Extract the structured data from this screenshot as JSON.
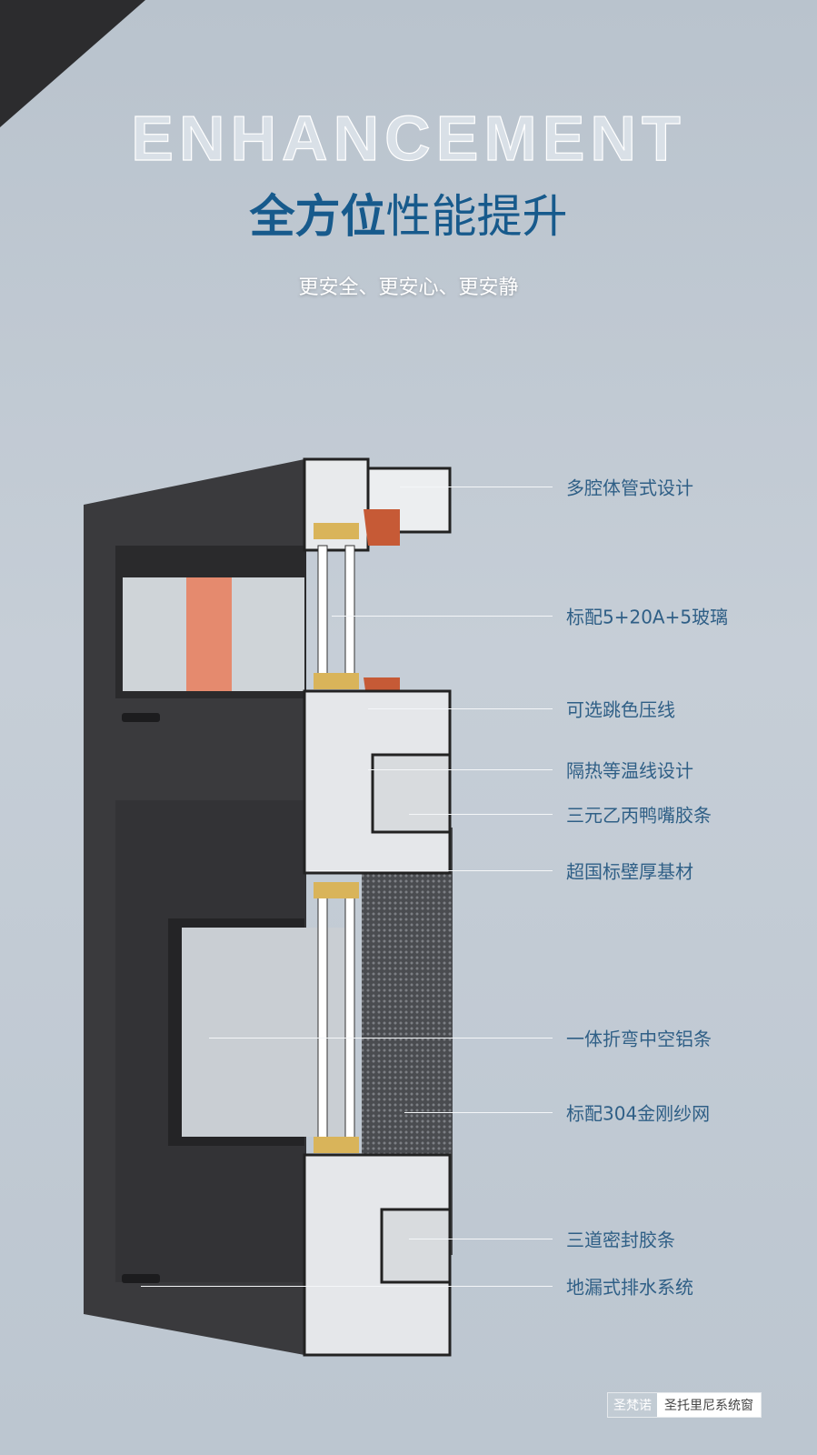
{
  "header": {
    "english": "ENHANCEMENT",
    "title_bold": "全方位",
    "title_light": "性能提升",
    "subtitle": "更安全、更安心、更安静"
  },
  "labels": [
    "多腔体管式设计",
    "标配5+20A+5玻璃",
    "可选跳色压线",
    "隔热等温线设计",
    "三元乙丙鸭嘴胶条",
    "超国标壁厚基材",
    "一体折弯中空铝条",
    "标配304金刚纱网",
    "三道密封胶条",
    "地漏式排水系统"
  ],
  "brand": {
    "name": "圣梵诺",
    "series": "圣托里尼系统窗"
  },
  "colors": {
    "accent": "#175a8c",
    "frame": "#3a3a3d",
    "highlight": "#e0714f"
  }
}
